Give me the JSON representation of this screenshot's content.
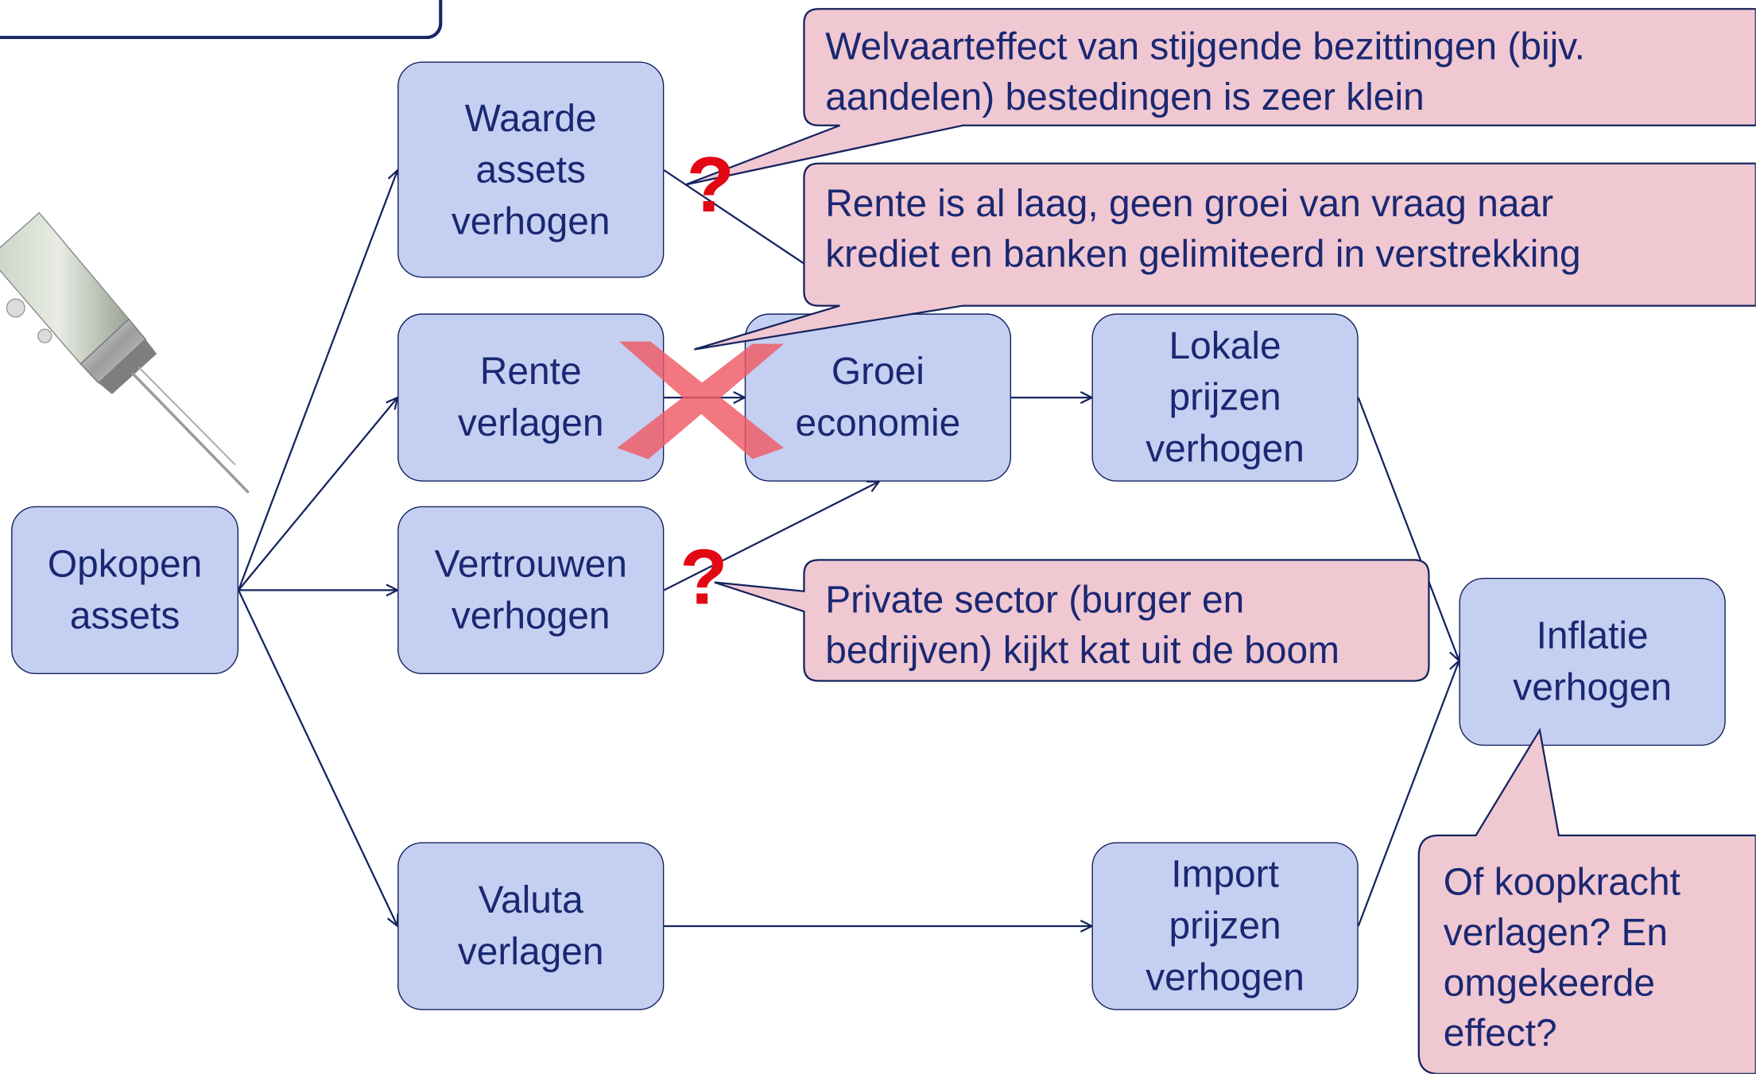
{
  "nodes": {
    "opkopen": "Opkopen\nassets",
    "waarde": "Waarde\nassets\nverhogen",
    "rente": "Rente\nverlagen",
    "vertrouwen": "Vertrouwen\nverhogen",
    "valuta": "Valuta\nverlagen",
    "groei": "Groei\neconomie",
    "lokale": "Lokale\nprijzen\nverhogen",
    "import": "Import\nprijzen\nverhogen",
    "inflatie": "Inflatie\nverhogen"
  },
  "callouts": {
    "welvaart": "Welvaarteffect  van stijgende bezittingen (bijv.\naandelen) bestedingen is zeer klein",
    "rente": "Rente is al laag, geen groei van vraag naar\nkrediet en banken gelimiteerd in verstrekking",
    "private": "Private sector (burger en\nbedrijven) kijkt kat uit de boom",
    "koopkracht": "Of koopkracht\nverlagen? En\nomgekeerde\neffect?"
  },
  "marks": {
    "question_1": "?",
    "question_2": "?"
  },
  "colors": {
    "node_fill": "#c5cff2",
    "node_border": "#14235e",
    "text": "#1a2872",
    "callout_fill": "#f0c8d2",
    "cross": "#f05a64",
    "question": "#e30613"
  }
}
